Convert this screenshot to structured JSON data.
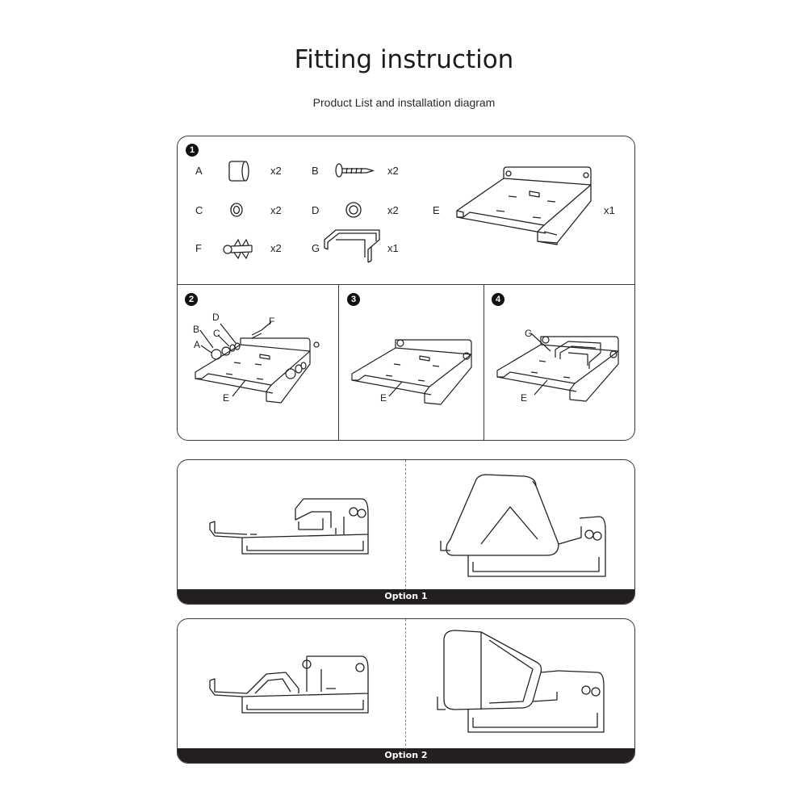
{
  "header": {
    "title": "Fitting instruction",
    "subtitle": "Product List and installation diagram"
  },
  "steps": [
    "1",
    "2",
    "3",
    "4"
  ],
  "parts": [
    {
      "letter": "A",
      "qty": "x2",
      "icon": "spacer-cylinder-icon"
    },
    {
      "letter": "B",
      "qty": "x2",
      "icon": "screw-icon"
    },
    {
      "letter": "C",
      "qty": "x2",
      "icon": "small-washer-icon"
    },
    {
      "letter": "D",
      "qty": "x2",
      "icon": "washer-ring-icon"
    },
    {
      "letter": "F",
      "qty": "x2",
      "icon": "wall-anchor-icon"
    },
    {
      "letter": "G",
      "qty": "x1",
      "icon": "clip-bracket-icon"
    },
    {
      "letter": "E",
      "qty": "x1",
      "icon": "wall-shelf-icon"
    }
  ],
  "step2_callouts": [
    "D",
    "F",
    "B",
    "C",
    "A",
    "E"
  ],
  "step3_callouts": [
    "E"
  ],
  "step4_callouts": [
    "G",
    "E"
  ],
  "options": [
    {
      "label": "Option 1"
    },
    {
      "label": "Option 2"
    }
  ]
}
